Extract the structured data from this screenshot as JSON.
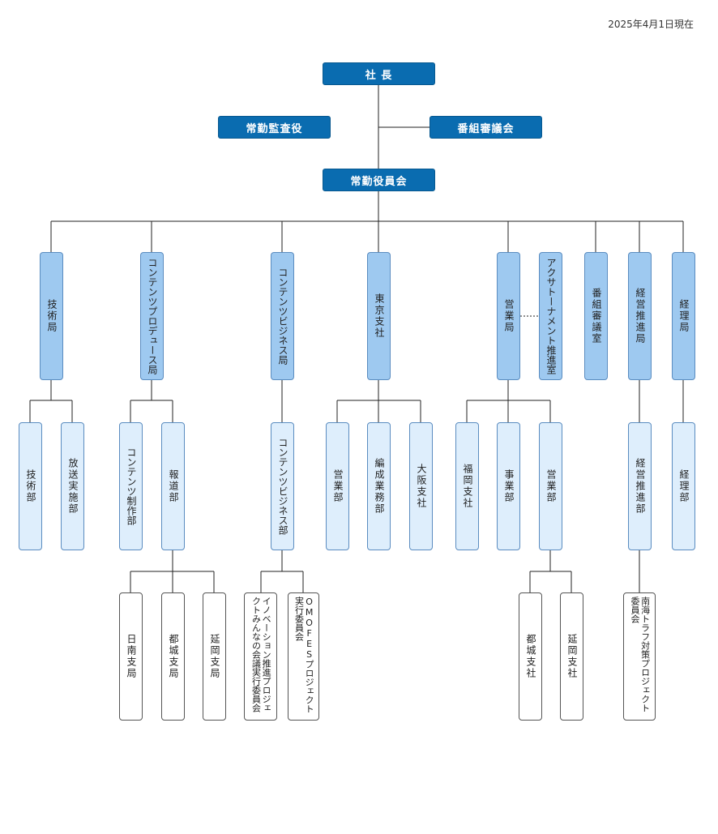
{
  "date": "2025年4月1日現在",
  "top": {
    "president": "社 長",
    "auditor": "常勤監査役",
    "council": "番組審議会",
    "executive": "常勤役員会"
  },
  "bureaus": {
    "gijutsu": "技術局",
    "content_prod": "コンテンツプロデュース局",
    "content_biz": "コンテンツビジネス局",
    "tokyo": "東京支社",
    "eigyo": "営業局",
    "acquire": "アクサトーナメント推進室",
    "bangumi": "番組審議室",
    "keiei": "経営推進局",
    "keiri": "経理局"
  },
  "departments": {
    "gijutsu_bu": "技術部",
    "hoso_bu": "放送実施部",
    "content_seisaku": "コンテンツ制作部",
    "hodo_bu": "報道部",
    "content_biz_bu": "コンテンツビジネス部",
    "tokyo_eigyo": "営業部",
    "henseigyomu": "編成業務部",
    "osaka": "大阪支社",
    "fukuoka": "福岡支社",
    "jigyo": "事業部",
    "eigyo_bu": "営業部",
    "keiei_bu": "経営推進部",
    "keiri_bu": "経理部"
  },
  "branches": {
    "nichinan": "日南支局",
    "miyakonojo1": "都城支局",
    "nobeoka1": "延岡支局",
    "innovation": "イノベーション推進プロジェクトみんなの会議実行委員会",
    "omofes": "OMOFESプロジェクト実行委員会",
    "miyakonojo2": "都城支社",
    "nobeoka2": "延岡支社",
    "nankai": "南海トラフ対策プロジェクト委員会"
  }
}
